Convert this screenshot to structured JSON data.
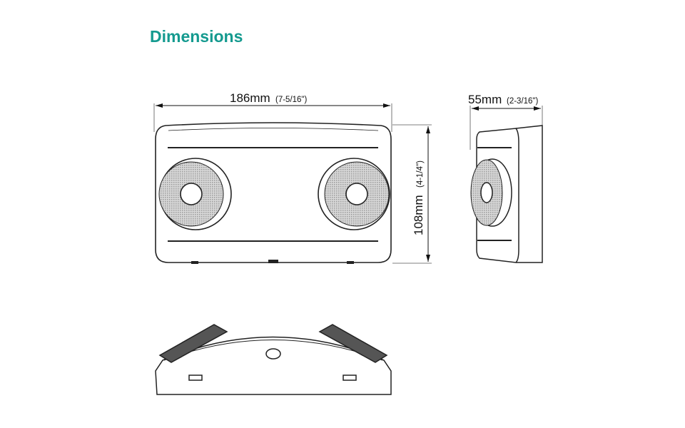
{
  "title": "Dimensions",
  "dimensions": {
    "width": {
      "metric": "186mm",
      "imperial": "(7-5/16\")"
    },
    "height": {
      "metric": "108mm",
      "imperial": "(4-1/4\")"
    },
    "depth": {
      "metric": "55mm",
      "imperial": "(2-3/16\")"
    }
  },
  "colors": {
    "accent": "#149a8f",
    "line": "#222222"
  }
}
